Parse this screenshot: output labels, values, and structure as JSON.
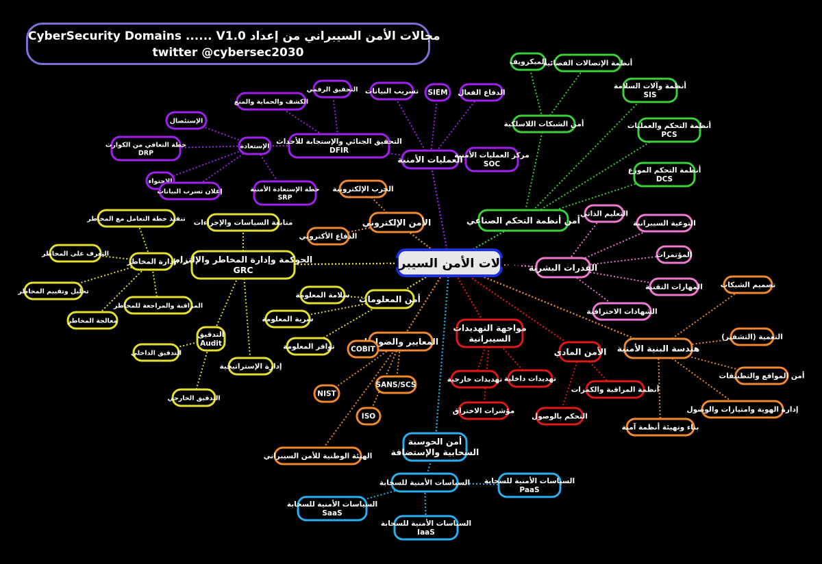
{
  "title": {
    "line1": "CyberSecurity Domains ...... V1.0    مجالات الأمن السيبراني من إعداد",
    "line2": "twitter @cybersec2030"
  },
  "colors": {
    "center": "#1f2fe0",
    "secops": "#a020f0",
    "ics": "#3ad13a",
    "human": "#f07ad0",
    "arch": "#f08a30",
    "phys": "#e01818",
    "threat": "#e01818",
    "cloud": "#2ab0ee",
    "std": "#f08a30",
    "info": "#e5e030",
    "grc": "#e5e030",
    "ewar": "#f08a30"
  },
  "nodes": [
    {
      "id": "center",
      "text": "مجالات الأمن السيبراني",
      "group": "center",
      "level": 0
    },
    {
      "id": "secops",
      "text": "العمليات الأمنية",
      "group": "secops",
      "level": 1
    },
    {
      "id": "soc",
      "text": "مركز العمليات الأمنية\nSOC",
      "group": "secops",
      "level": 2
    },
    {
      "id": "siem",
      "text": "SIEM",
      "group": "secops",
      "level": 2
    },
    {
      "id": "active",
      "text": "الدفاع الفعال",
      "group": "secops",
      "level": 2
    },
    {
      "id": "dlp",
      "text": "تسريب البيانات",
      "group": "secops",
      "level": 2
    },
    {
      "id": "dfir",
      "text": "التحقيق الجنائي والإستجابة للأحداث\nDFIR",
      "group": "secops",
      "level": 2
    },
    {
      "id": "forensic",
      "text": "التحقيق الرقمي",
      "group": "secops",
      "level": 3
    },
    {
      "id": "detect",
      "text": "الكشف والحماية والمنع",
      "group": "secops",
      "level": 3
    },
    {
      "id": "recovery",
      "text": "الإستعادة",
      "group": "secops",
      "level": 3
    },
    {
      "id": "eradicate",
      "text": "الإستئصال",
      "group": "secops",
      "level": 3
    },
    {
      "id": "drp",
      "text": "خطة التعافي من الكوارث\nDRP",
      "group": "secops",
      "level": 3
    },
    {
      "id": "contain",
      "text": "الإحتواء",
      "group": "secops",
      "level": 3
    },
    {
      "id": "breachnote",
      "text": "إعلان تسرب البيانات",
      "group": "secops",
      "level": 3
    },
    {
      "id": "srp",
      "text": "خطة الإستعادة الأمنية\nSRP",
      "group": "secops",
      "level": 3
    },
    {
      "id": "ics",
      "text": "أمن أنظمة التحكم الصناعي",
      "group": "ics",
      "level": 1
    },
    {
      "id": "wireless",
      "text": "أمن الشبكات اللاسلكية",
      "group": "ics",
      "level": 2
    },
    {
      "id": "microwave",
      "text": "الميكرويف",
      "group": "ics",
      "level": 2
    },
    {
      "id": "satcom",
      "text": "أنظمة الإتصالات الفضائية",
      "group": "ics",
      "level": 2
    },
    {
      "id": "sis",
      "text": "أنظمة وآلات السلامة\nSIS",
      "group": "ics",
      "level": 2
    },
    {
      "id": "pcs",
      "text": "أنظمة التحكم والعمليات\nPCS",
      "group": "ics",
      "level": 2
    },
    {
      "id": "dcs",
      "text": "أنظمة التحكم الموزع\nDCS",
      "group": "ics",
      "level": 2
    },
    {
      "id": "human",
      "text": "القدرات البشرية",
      "group": "human",
      "level": 1
    },
    {
      "id": "selflearn",
      "text": "التعليم الذاتي",
      "group": "human",
      "level": 2
    },
    {
      "id": "awareness",
      "text": "التوعية السيبرانية",
      "group": "human",
      "level": 2
    },
    {
      "id": "conf",
      "text": "المؤتمرات",
      "group": "human",
      "level": 2
    },
    {
      "id": "techskills",
      "text": "المهارات التقنية",
      "group": "human",
      "level": 2
    },
    {
      "id": "certs",
      "text": "الشهادات الاحترافية",
      "group": "human",
      "level": 2
    },
    {
      "id": "arch",
      "text": "هندسة البنية الأمنية",
      "group": "arch",
      "level": 1
    },
    {
      "id": "netdesign",
      "text": "تصميم الشبكات",
      "group": "arch",
      "level": 2
    },
    {
      "id": "crypto",
      "text": "التعمية (التشفير)",
      "group": "arch",
      "level": 2
    },
    {
      "id": "websec",
      "text": "أمن المواقع والتطبيقات",
      "group": "arch",
      "level": 2
    },
    {
      "id": "iam",
      "text": "إدارة الهوية وامتيازات والوصول",
      "group": "arch",
      "level": 2
    },
    {
      "id": "hardening",
      "text": "بناء وتهيئة أنظمة آمنة",
      "group": "arch",
      "level": 2
    },
    {
      "id": "phys",
      "text": "الأمن المادي",
      "group": "phys",
      "level": 1
    },
    {
      "id": "cctv",
      "text": "أنظمة المراقبة والكمرات",
      "group": "phys",
      "level": 2
    },
    {
      "id": "access",
      "text": "التحكم بالوصول",
      "group": "phys",
      "level": 2
    },
    {
      "id": "threat",
      "text": "مواجهة التهديدات\nالسيبرانية",
      "group": "threat",
      "level": 1
    },
    {
      "id": "ext",
      "text": "تهديدات خارجية",
      "group": "threat",
      "level": 2
    },
    {
      "id": "int",
      "text": "تهديدات داخلية",
      "group": "threat",
      "level": 2
    },
    {
      "id": "ioc",
      "text": "مؤشرات الاختراق",
      "group": "threat",
      "level": 2
    },
    {
      "id": "cloud",
      "text": "أمن الحوسبة\nالسحابية والإستضافة",
      "group": "cloud",
      "level": 1
    },
    {
      "id": "cloudpol",
      "text": "السياسات الأمنية للسحابة",
      "group": "cloud",
      "level": 2
    },
    {
      "id": "paas",
      "text": "السياسات الأمنية للسحابة\nPaaS",
      "group": "cloud",
      "level": 2
    },
    {
      "id": "saas",
      "text": "السياسات الأمنية للسحابة\nSaaS",
      "group": "cloud",
      "level": 2
    },
    {
      "id": "iaas",
      "text": "السياسات الأمنية للسحابة\nIaaS",
      "group": "cloud",
      "level": 2
    },
    {
      "id": "std",
      "text": "المعايير والضوابط",
      "group": "std",
      "level": 1
    },
    {
      "id": "cobit",
      "text": "COBIT",
      "group": "std",
      "level": 2
    },
    {
      "id": "sans",
      "text": "SANS/SCS",
      "group": "std",
      "level": 2
    },
    {
      "id": "nist",
      "text": "NIST",
      "group": "std",
      "level": 2
    },
    {
      "id": "iso",
      "text": "ISO",
      "group": "std",
      "level": 2
    },
    {
      "id": "nca",
      "text": "الهيئة الوطنية للأمن السيبراني",
      "group": "std",
      "level": 2
    },
    {
      "id": "info",
      "text": "أمن المعلومات",
      "group": "info",
      "level": 1
    },
    {
      "id": "integrity",
      "text": "سلامة المعلومة",
      "group": "info",
      "level": 2
    },
    {
      "id": "confid",
      "text": "سرية المعلومة",
      "group": "info",
      "level": 2
    },
    {
      "id": "avail",
      "text": "توافر المعلومة",
      "group": "info",
      "level": 2
    },
    {
      "id": "ewar",
      "text": "الأمن الإلكتروني",
      "group": "ewar",
      "level": 1
    },
    {
      "id": "ew",
      "text": "الحرب الإلكترونية",
      "group": "ewar",
      "level": 2
    },
    {
      "id": "edef",
      "text": "الدفاع الأكتروني",
      "group": "ewar",
      "level": 2
    },
    {
      "id": "grc",
      "text": "الحوكمة وإدارة المخاطر والإلتزام\nGRC",
      "group": "grc",
      "level": 1
    },
    {
      "id": "policy",
      "text": "متابعة السياسات والإجراءات",
      "group": "grc",
      "level": 2
    },
    {
      "id": "riskmgmt",
      "text": "إدارة المخاطر",
      "group": "grc",
      "level": 2
    },
    {
      "id": "riskplan",
      "text": "تنفيذ خطة التعامل مع المخاطر",
      "group": "grc",
      "level": 3
    },
    {
      "id": "riskid",
      "text": "التعرف على المخاطر",
      "group": "grc",
      "level": 3
    },
    {
      "id": "riskeval",
      "text": "تحليل وتقييم المخاطر",
      "group": "grc",
      "level": 3
    },
    {
      "id": "riskmon",
      "text": "المراقبة والمراجعة للمخاطر",
      "group": "grc",
      "level": 3
    },
    {
      "id": "risktreat",
      "text": "معالجة المخاطر",
      "group": "grc",
      "level": 3
    },
    {
      "id": "audit",
      "text": "التدقيق\nAudit",
      "group": "grc",
      "level": 2
    },
    {
      "id": "intaudit",
      "text": "التدقيق الداخلي",
      "group": "grc",
      "level": 3
    },
    {
      "id": "extaudit",
      "text": "التدقيق الخارجي",
      "group": "grc",
      "level": 3
    },
    {
      "id": "strategy",
      "text": "إدارة الإستراتيجية",
      "group": "grc",
      "level": 2
    }
  ],
  "edges": [
    [
      "center",
      "secops"
    ],
    [
      "secops",
      "soc"
    ],
    [
      "secops",
      "siem"
    ],
    [
      "secops",
      "active"
    ],
    [
      "secops",
      "dlp"
    ],
    [
      "secops",
      "dfir"
    ],
    [
      "dfir",
      "forensic"
    ],
    [
      "dfir",
      "detect"
    ],
    [
      "dfir",
      "recovery"
    ],
    [
      "recovery",
      "eradicate"
    ],
    [
      "recovery",
      "drp"
    ],
    [
      "recovery",
      "contain"
    ],
    [
      "recovery",
      "breachnote"
    ],
    [
      "recovery",
      "srp"
    ],
    [
      "center",
      "ics"
    ],
    [
      "ics",
      "wireless"
    ],
    [
      "wireless",
      "microwave"
    ],
    [
      "wireless",
      "satcom"
    ],
    [
      "ics",
      "sis"
    ],
    [
      "ics",
      "pcs"
    ],
    [
      "ics",
      "dcs"
    ],
    [
      "center",
      "human"
    ],
    [
      "human",
      "selflearn"
    ],
    [
      "human",
      "awareness"
    ],
    [
      "human",
      "conf"
    ],
    [
      "human",
      "techskills"
    ],
    [
      "human",
      "certs"
    ],
    [
      "center",
      "arch"
    ],
    [
      "arch",
      "netdesign"
    ],
    [
      "arch",
      "crypto"
    ],
    [
      "arch",
      "websec"
    ],
    [
      "arch",
      "iam"
    ],
    [
      "arch",
      "hardening"
    ],
    [
      "center",
      "phys"
    ],
    [
      "phys",
      "cctv"
    ],
    [
      "phys",
      "access"
    ],
    [
      "center",
      "threat"
    ],
    [
      "threat",
      "ext"
    ],
    [
      "threat",
      "int"
    ],
    [
      "threat",
      "ioc"
    ],
    [
      "center",
      "cloud"
    ],
    [
      "cloud",
      "cloudpol"
    ],
    [
      "cloudpol",
      "paas"
    ],
    [
      "cloudpol",
      "saas"
    ],
    [
      "cloudpol",
      "iaas"
    ],
    [
      "center",
      "std"
    ],
    [
      "std",
      "cobit"
    ],
    [
      "std",
      "sans"
    ],
    [
      "std",
      "nist"
    ],
    [
      "std",
      "iso"
    ],
    [
      "std",
      "nca"
    ],
    [
      "center",
      "info"
    ],
    [
      "info",
      "integrity"
    ],
    [
      "info",
      "confid"
    ],
    [
      "info",
      "avail"
    ],
    [
      "center",
      "ewar"
    ],
    [
      "ewar",
      "ew"
    ],
    [
      "ewar",
      "edef"
    ],
    [
      "center",
      "grc"
    ],
    [
      "grc",
      "policy"
    ],
    [
      "grc",
      "riskmgmt"
    ],
    [
      "riskmgmt",
      "riskplan"
    ],
    [
      "riskmgmt",
      "riskid"
    ],
    [
      "riskmgmt",
      "riskeval"
    ],
    [
      "riskmgmt",
      "riskmon"
    ],
    [
      "riskmgmt",
      "risktreat"
    ],
    [
      "grc",
      "audit"
    ],
    [
      "audit",
      "intaudit"
    ],
    [
      "audit",
      "extaudit"
    ],
    [
      "grc",
      "strategy"
    ]
  ]
}
